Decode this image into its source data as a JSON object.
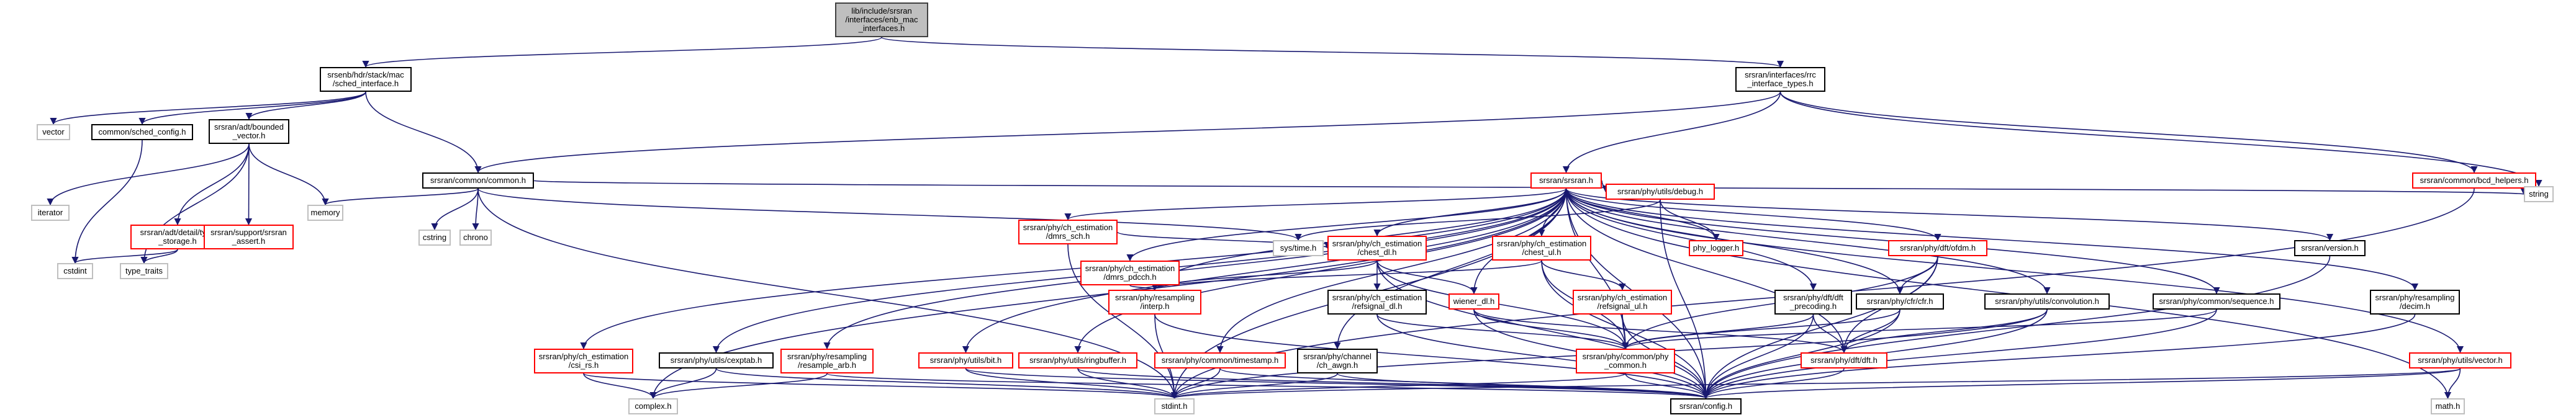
{
  "colors": {
    "edge": "#191970",
    "node_border": "#000000",
    "missing_border": "#ff0000",
    "system_border": "#bfbfbf",
    "root_fill": "#bfbfbf"
  },
  "nodes": {
    "root": {
      "label": "lib/include/srsran\n/interfaces/enb_mac\n_interfaces.h"
    },
    "sched_interface": {
      "label": "srsenb/hdr/stack/mac\n/sched_interface.h"
    },
    "mac_types": {
      "label": "srsran/interfaces/rrc\n_interface_types.h"
    },
    "vector": {
      "label": "vector"
    },
    "sched_config": {
      "label": "common/sched_config.h"
    },
    "bounded_vector": {
      "label": "srsran/adt/bounded\n_vector.h"
    },
    "common_h": {
      "label": "srsran/common/common.h"
    },
    "srsran_h": {
      "label": "srsran/srsran.h"
    },
    "bcd_helpers": {
      "label": "srsran/common/bcd_helpers.h"
    },
    "iterator": {
      "label": "iterator"
    },
    "type_storage": {
      "label": "srsran/adt/detail/type\n_storage.h"
    },
    "srsran_assert": {
      "label": "srsran/support/srsran\n_assert.h"
    },
    "memory": {
      "label": "memory"
    },
    "cstring": {
      "label": "cstring"
    },
    "chrono": {
      "label": "chrono"
    },
    "string": {
      "label": "string"
    },
    "cstdint": {
      "label": "cstdint"
    },
    "type_traits": {
      "label": "type_traits"
    },
    "dmrs_sch": {
      "label": "srsran/phy/ch_estimation\n/dmrs_sch.h"
    },
    "debug_h": {
      "label": "srsran/phy/utils/debug.h"
    },
    "phy_logger": {
      "label": "phy_logger.h"
    },
    "sys_time": {
      "label": "sys/time.h"
    },
    "dmrs_pdcch": {
      "label": "srsran/phy/ch_estimation\n/dmrs_pdcch.h"
    },
    "chest_dl": {
      "label": "srsran/phy/ch_estimation\n/chest_dl.h"
    },
    "chest_ul": {
      "label": "srsran/phy/ch_estimation\n/chest_ul.h"
    },
    "ofdm_h": {
      "label": "srsran/phy/dft/ofdm.h"
    },
    "version_h": {
      "label": "srsran/version.h"
    },
    "interp_h": {
      "label": "srsran/phy/resampling\n/interp.h"
    },
    "refsignal_dl": {
      "label": "srsran/phy/ch_estimation\n/refsignal_dl.h"
    },
    "wiener_dl": {
      "label": "wiener_dl.h"
    },
    "refsignal_ul": {
      "label": "srsran/phy/ch_estimation\n/refsignal_ul.h"
    },
    "dft_precoding": {
      "label": "srsran/phy/dft/dft\n_precoding.h"
    },
    "cfr_h": {
      "label": "srsran/phy/cfr/cfr.h"
    },
    "convolution_h": {
      "label": "srsran/phy/utils/convolution.h"
    },
    "sequence_h": {
      "label": "srsran/phy/common/sequence.h"
    },
    "decim_h": {
      "label": "srsran/phy/resampling\n/decim.h"
    },
    "csi_rs": {
      "label": "srsran/phy/ch_estimation\n/csi_rs.h"
    },
    "cexptab": {
      "label": "srsran/phy/utils/cexptab.h"
    },
    "resample_arb": {
      "label": "srsran/phy/resampling\n/resample_arb.h"
    },
    "bit_h": {
      "label": "srsran/phy/utils/bit.h"
    },
    "ringbuffer": {
      "label": "srsran/phy/utils/ringbuffer.h"
    },
    "timestamp": {
      "label": "srsran/phy/common/timestamp.h"
    },
    "ch_awgn": {
      "label": "srsran/phy/channel\n/ch_awgn.h"
    },
    "phy_common": {
      "label": "srsran/phy/common/phy\n_common.h"
    },
    "dft_h": {
      "label": "srsran/phy/dft/dft.h"
    },
    "vector_h": {
      "label": "srsran/phy/utils/vector.h"
    },
    "complex_h": {
      "label": "complex.h"
    },
    "stdint_h": {
      "label": "stdint.h"
    },
    "config_h": {
      "label": "srsran/config.h"
    },
    "math_h": {
      "label": "math.h"
    }
  }
}
